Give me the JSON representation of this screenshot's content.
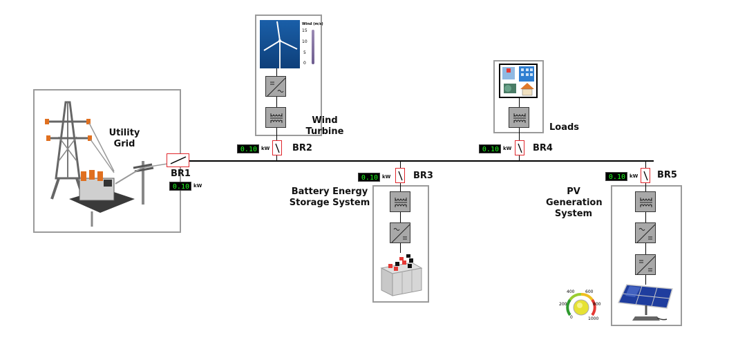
{
  "labels": {
    "utility_grid": "Utility\nGrid",
    "wind_turbine": "Wind\nTurbine",
    "loads": "Loads",
    "battery": "Battery Energy\nStorage System",
    "pv": "PV\nGeneration\nSystem"
  },
  "breakers": {
    "br1": {
      "name": "BR1",
      "value": "0.10",
      "unit": "kW"
    },
    "br2": {
      "name": "BR2",
      "value": "0.10",
      "unit": "kW"
    },
    "br3": {
      "name": "BR3",
      "value": "0.10",
      "unit": "kW"
    },
    "br4": {
      "name": "BR4",
      "value": "0.10",
      "unit": "kW"
    },
    "br5": {
      "name": "BR5",
      "value": "0.10",
      "unit": "kW"
    }
  },
  "wind_gauge": {
    "title": "Wind (m/s)",
    "ticks": [
      "15",
      "10",
      "5",
      "0"
    ]
  },
  "pv_gauge": {
    "ticks": [
      "0",
      "200",
      "400",
      "600",
      "800",
      "1000"
    ]
  },
  "colors": {
    "breaker": "#e0262b",
    "meter_text": "#22ff22",
    "frame": "#9a9a9a",
    "converter": "#a8a8a8"
  }
}
